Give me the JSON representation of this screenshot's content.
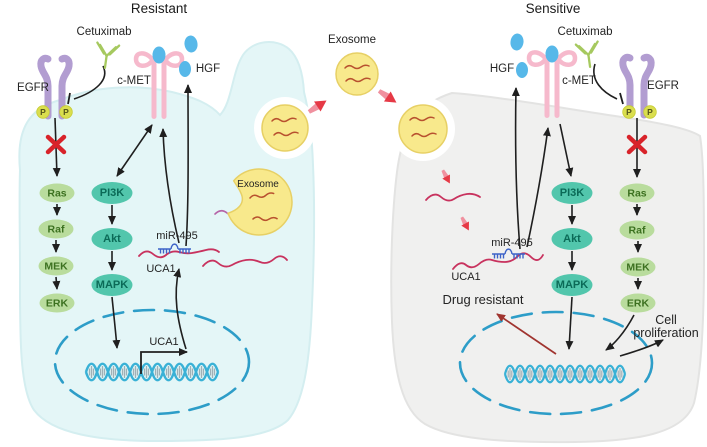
{
  "shared": {
    "phospho_label": "P"
  },
  "center": {
    "exosome_label": "Exosome"
  },
  "left_cell": {
    "title": "Resistant",
    "cetuximab_label": "Cetuximab",
    "egfr_label": "EGFR",
    "cmet_label": "c-MET",
    "hgf_label": "HGF",
    "mapk_cascade": [
      "Ras",
      "Raf",
      "MEK",
      "ERK"
    ],
    "pi3k_cascade": [
      "PI3K",
      "Akt",
      "MAPK"
    ],
    "mir_label": "miR-495",
    "uca1_cytoplasm_label": "UCA1",
    "uca1_gene_label": "UCA1",
    "internal_exosome_label": "Exosome"
  },
  "right_cell": {
    "title": "Sensitive",
    "cetuximab_label": "Cetuximab",
    "egfr_label": "EGFR",
    "cmet_label": "c-MET",
    "hgf_label": "HGF",
    "mapk_cascade": [
      "Ras",
      "Raf",
      "MEK",
      "ERK"
    ],
    "pi3k_cascade": [
      "PI3K",
      "Akt",
      "MAPK"
    ],
    "mir_label": "miR-495",
    "uca1_label": "UCA1",
    "drug_resistant_label": "Drug resistant",
    "cell_proliferation_lines": [
      "Cell",
      "proliferation"
    ]
  },
  "colors": {
    "left_cell_fill": "#e4f6f7",
    "right_cell_fill": "#f0f0ef",
    "exosome_fill": "#f8e98c",
    "exosome_stroke": "#e7d065",
    "green_node_fill": "#b9dc9d",
    "teal_node_fill": "#52c6ac",
    "nucleus_stroke": "#2d9dc8",
    "dna_strand": "#39b1d6",
    "rna_red": "#c8325e",
    "mir_comb_blue": "#3d63c8",
    "egfr_purple": "#b29dd1",
    "cmet_pink": "#f6b9cc",
    "hgf_blue": "#57b8e9",
    "antibody_green": "#a6c95f",
    "phospho_yellow": "#dade4e",
    "block_x_red": "#d8232a",
    "transfer_arrow_red": "#e63946",
    "drug_resistant_arrow": "#a0342f"
  }
}
